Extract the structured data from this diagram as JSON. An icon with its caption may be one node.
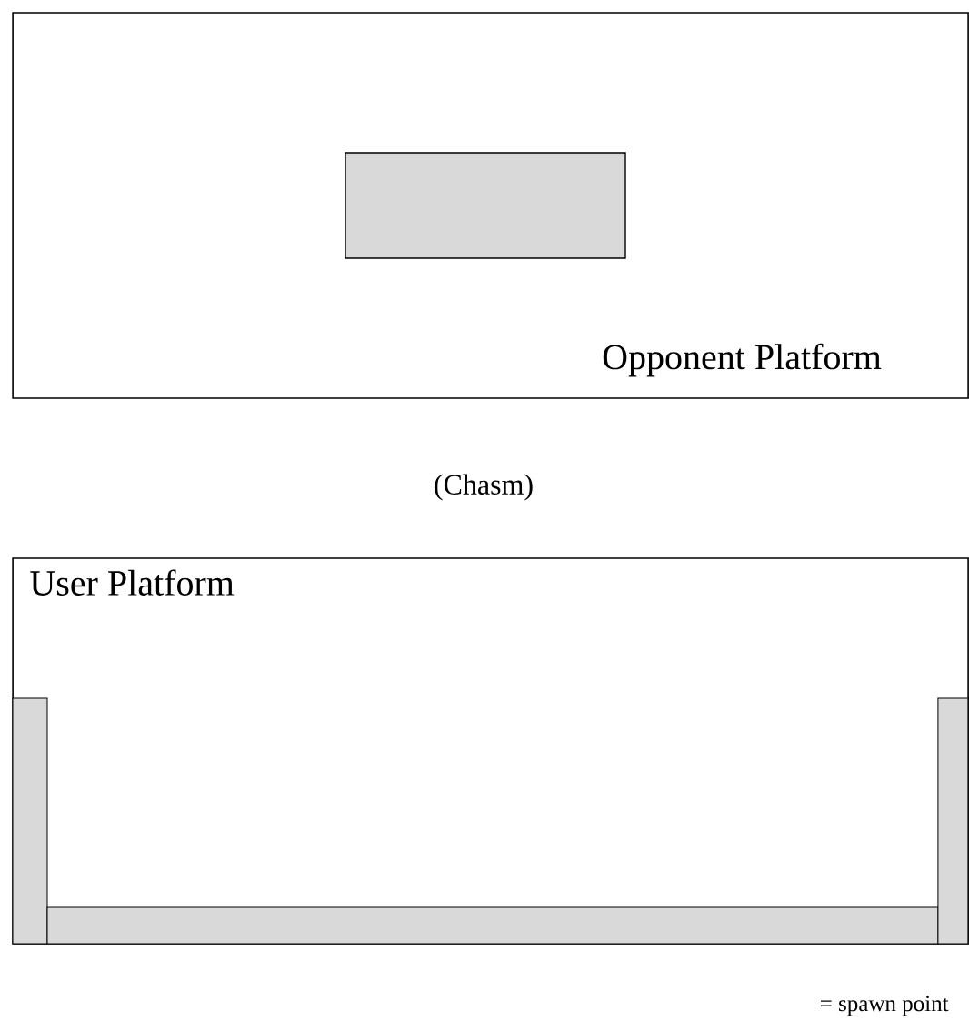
{
  "diagram": {
    "nodes": [
      {
        "text": [
          "Opponent Platform"
        ]
      },
      {
        "text": [],
        "shape": "box",
        "in": 0
      },
      {
        "text": [
          "User Platform"
        ]
      },
      {
        "text": [],
        "shape": "bar",
        "in": 2
      },
      {
        "text": [],
        "shape": "bar",
        "in": 2
      },
      {
        "text": [],
        "shape": "bar",
        "in": 2
      }
    ],
    "labels": [
      "(Chasm)",
      "= spawn point"
    ]
  }
}
